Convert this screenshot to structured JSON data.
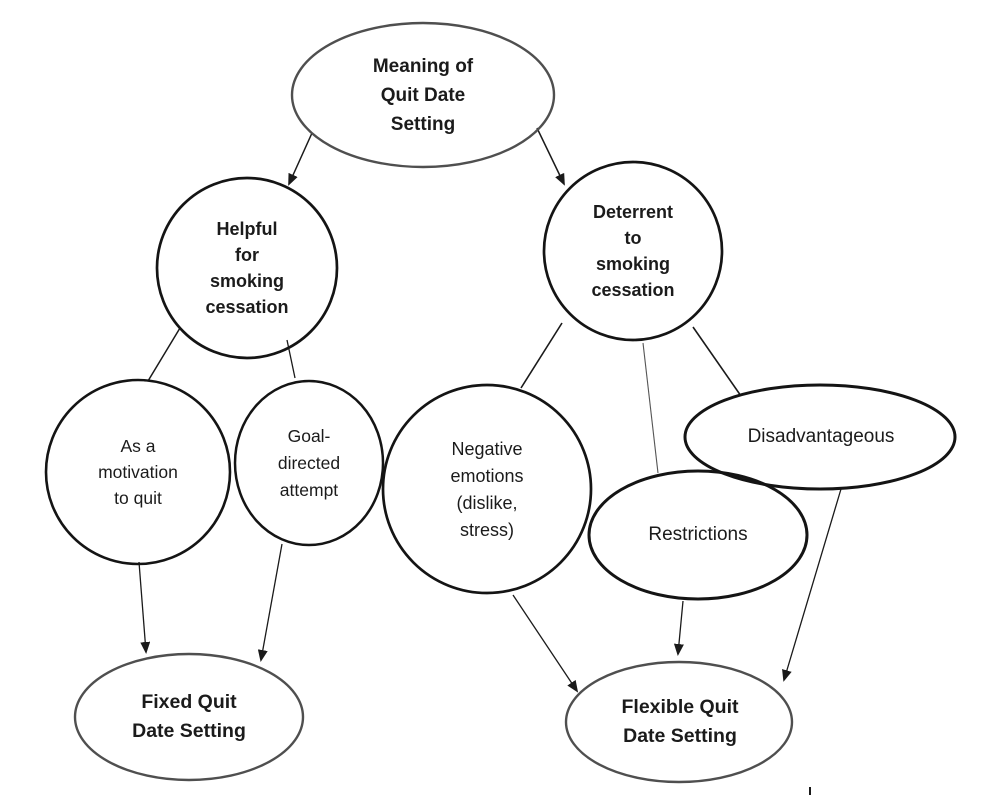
{
  "diagram": {
    "type": "concept-map",
    "topic": "Meaning of Quit Date Setting",
    "colors": {
      "background": "#ffffff",
      "gray_node_stroke": "#4f4f4f",
      "black_node_stroke": "#141414",
      "connector": "#1a1a1a",
      "thin_connector": "#555555",
      "text": "#1b1b1b"
    },
    "nodes": {
      "meaning": {
        "label": "Meaning of\nQuit Date\nSetting"
      },
      "helpful": {
        "label": "Helpful\nfor\nsmoking\ncessation"
      },
      "deterrent": {
        "label": "Deterrent\nto\nsmoking\ncessation"
      },
      "motivation": {
        "label": "As a\nmotivation\nto quit"
      },
      "goal": {
        "label": "Goal-\ndirected\nattempt"
      },
      "negative": {
        "label": "Negative\nemotions\n(dislike,\nstress)"
      },
      "restrictions": {
        "label": "Restrictions"
      },
      "disadvantageous": {
        "label": "Disadvantageous"
      },
      "fixed": {
        "label": "Fixed Quit\nDate Setting"
      },
      "flexible": {
        "label": "Flexible Quit\nDate Setting"
      }
    },
    "edges": [
      {
        "from": "meaning",
        "to": "helpful",
        "arrow": true
      },
      {
        "from": "meaning",
        "to": "deterrent",
        "arrow": true
      },
      {
        "from": "helpful",
        "to": "motivation",
        "arrow": false
      },
      {
        "from": "helpful",
        "to": "goal",
        "arrow": false
      },
      {
        "from": "deterrent",
        "to": "negative",
        "arrow": false
      },
      {
        "from": "deterrent",
        "to": "restrictions",
        "arrow": false
      },
      {
        "from": "deterrent",
        "to": "disadvantageous",
        "arrow": false
      },
      {
        "from": "motivation",
        "to": "fixed",
        "arrow": true
      },
      {
        "from": "goal",
        "to": "fixed",
        "arrow": true
      },
      {
        "from": "negative",
        "to": "flexible",
        "arrow": true
      },
      {
        "from": "restrictions",
        "to": "flexible",
        "arrow": true
      },
      {
        "from": "disadvantageous",
        "to": "flexible",
        "arrow": true
      }
    ]
  }
}
